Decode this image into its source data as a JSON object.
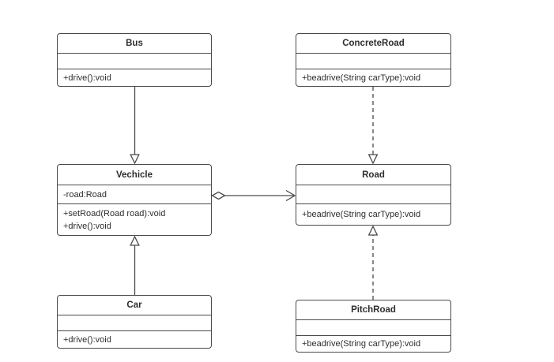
{
  "diagram": {
    "type": "uml-class-diagram",
    "background_color": "#ffffff",
    "stroke_color": "#4a4a4a",
    "text_color": "#2d2d2d"
  },
  "classes": [
    {
      "id": "bus",
      "name": "Bus",
      "attributes": [],
      "methods": [
        "+drive():void"
      ]
    },
    {
      "id": "concrete-road",
      "name": "ConcreteRoad",
      "attributes": [],
      "methods": [
        "+beadrive(String carType):void"
      ]
    },
    {
      "id": "vechicle",
      "name": "Vechicle",
      "attributes": [
        "-road:Road"
      ],
      "methods": [
        "+setRoad(Road road):void",
        "+drive():void"
      ]
    },
    {
      "id": "road",
      "name": "Road",
      "attributes": [],
      "methods": [
        "+beadrive(String carType):void"
      ]
    },
    {
      "id": "car",
      "name": "Car",
      "attributes": [],
      "methods": [
        "+drive():void"
      ]
    },
    {
      "id": "pitch-road",
      "name": "PitchRoad",
      "attributes": [],
      "methods": [
        "+beadrive(String carType):void"
      ]
    }
  ],
  "relationships": [
    {
      "from": "Bus",
      "to": "Vechicle",
      "type": "generalization",
      "line": "solid",
      "marker": "hollow-triangle"
    },
    {
      "from": "ConcreteRoad",
      "to": "Road",
      "type": "realization",
      "line": "dashed",
      "marker": "hollow-triangle"
    },
    {
      "from": "Car",
      "to": "Vechicle",
      "type": "generalization",
      "line": "solid",
      "marker": "hollow-triangle"
    },
    {
      "from": "PitchRoad",
      "to": "Road",
      "type": "realization",
      "line": "dashed",
      "marker": "hollow-triangle"
    },
    {
      "from": "Vechicle",
      "to": "Road",
      "type": "aggregation",
      "line": "solid",
      "marker": "open-arrow",
      "tail_marker": "hollow-diamond"
    }
  ]
}
